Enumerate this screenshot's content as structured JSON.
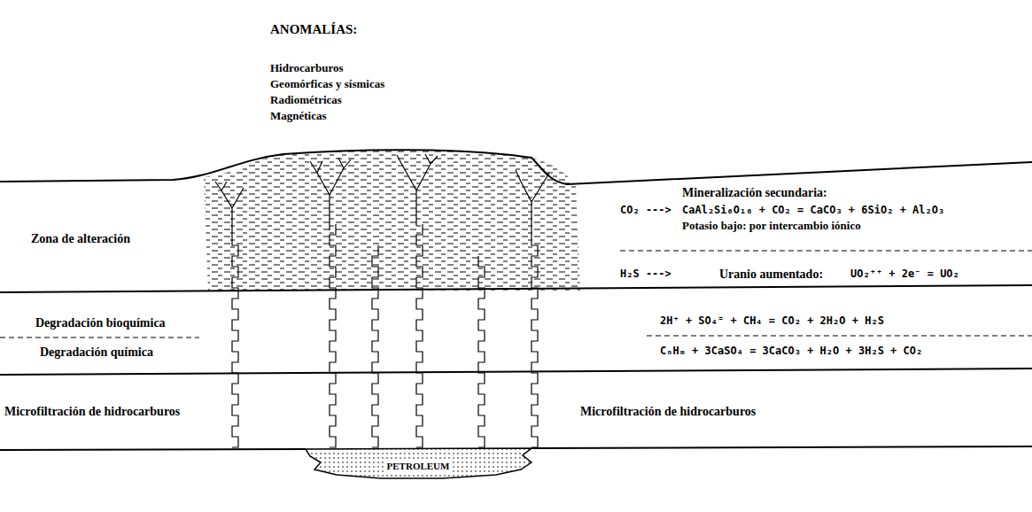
{
  "diagram": {
    "title": "ANOMALÍAS:",
    "labels": [
      "Hidrocarburos",
      "Geomórficas y sísmicas",
      "Radiométricas",
      "Magnéticas",
      "Zona de alteración",
      "Mineralización secundaria:",
      "CO₂ --->",
      "CaAl₂Si₆O₁₆ + CO₂ = CaCO₃ + 6SiO₂ + Al₂O₃",
      "Potasio bajo: por intercambio iónico",
      "H₂S --->",
      "Uranio aumentado:",
      "UO₂⁺⁺ + 2e⁻ = UO₂",
      "Degradación bioquímica",
      "Degradación química",
      "2H⁺ + SO₄⁼ + CH₄ = CO₂ + 2H₂O + H₂S",
      "CₙHₘ + 3CaSO₄ = 3CaCO₃ + H₂O + 3H₂S + CO₂",
      "Microfiltración de hidrocarburos",
      "Microfiltración de hidrocarburos",
      "PETROLEUM"
    ]
  }
}
